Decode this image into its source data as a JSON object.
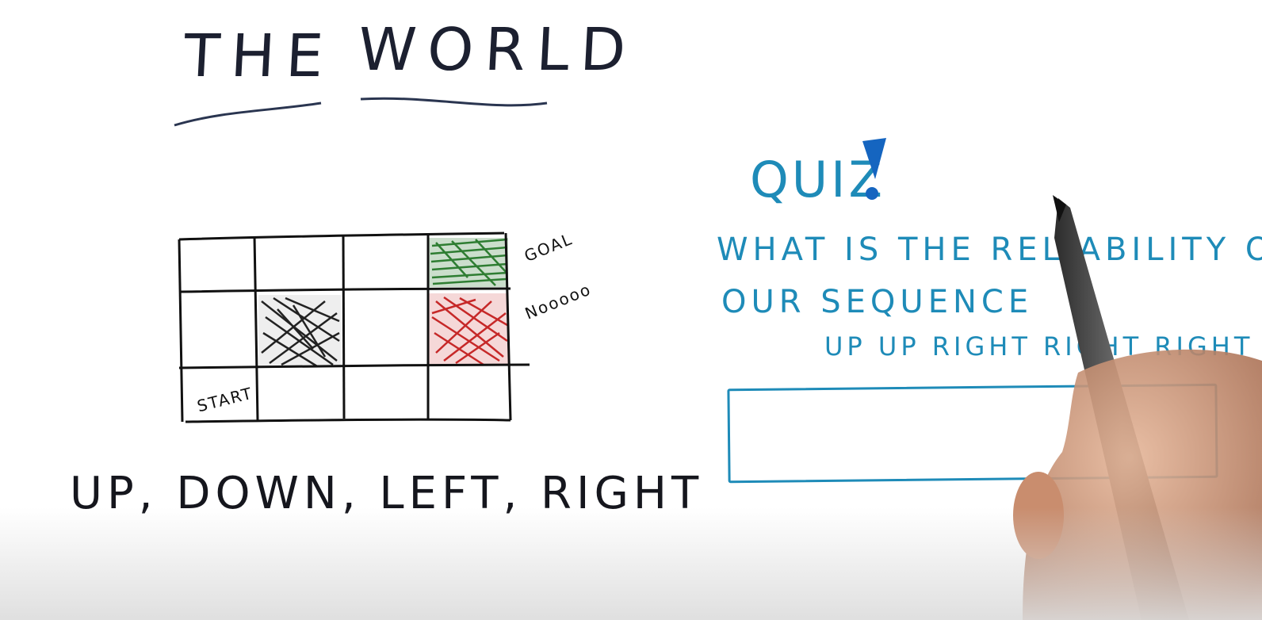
{
  "title": {
    "word1": "THE",
    "word2": "WORLD"
  },
  "grid": {
    "start_label": "START",
    "goal_label": "GOAL",
    "bad_label": "Nooooo",
    "goal_color": "#2e7d32",
    "bad_color": "#c62828",
    "wall_color": "#222222"
  },
  "moves_text": "UP, DOWN, LEFT, RIGHT",
  "quiz": {
    "heading": "QUIZ",
    "exclaim": "!",
    "question_line1": "WHAT IS THE RELIABILITY OF",
    "question_line2": "OUR SEQUENCE",
    "sequence": "UP UP RIGHT RIGHT RIGHT ?",
    "answer_value": "",
    "accent_color": "#1e8bb8"
  }
}
